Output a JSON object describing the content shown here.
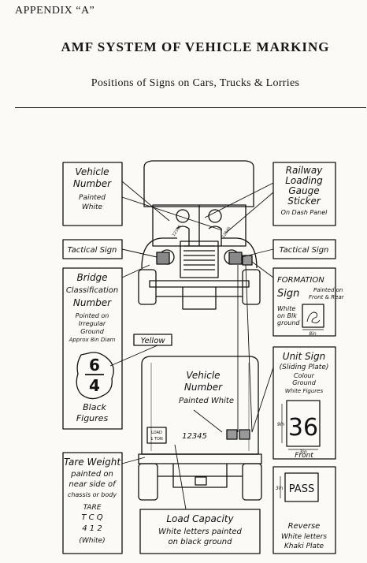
{
  "header": {
    "appendix": "APPENDIX “A”",
    "title": "AMF SYSTEM OF VEHICLE MARKING",
    "subtitle": "Positions of Signs on Cars, Trucks & Lorries"
  },
  "labels": {
    "vehicle_number_front": [
      "Vehicle",
      "Number",
      "Painted",
      "White"
    ],
    "railway_gauge": [
      "Railway",
      "Loading",
      "Gauge",
      "Sticker",
      "On Dash Panel"
    ],
    "tactical_left": "Tactical Sign",
    "tactical_right": "Tactical Sign",
    "bridge": [
      "Bridge",
      "Classification",
      "Number",
      "Pointed on",
      "Irregular",
      "Ground",
      "Approx 8in Diam"
    ],
    "yellow": "Yellow",
    "bridge_top": "6",
    "bridge_bottom": "4",
    "black_figures": [
      "Black",
      "Figures"
    ],
    "formation_title": "FORMATION",
    "formation_sign": "Sign",
    "formation_painted": [
      "Painted on",
      "Front & Rear"
    ],
    "formation_ground": [
      "White",
      "on Blk",
      "ground"
    ],
    "formation_dim": "8in",
    "unit_sign": [
      "Unit Sign",
      "(Sliding Plate)",
      "Colour",
      "Ground",
      "White Figures"
    ],
    "unit_number": "36",
    "unit_width": "3in",
    "unit_height": "9in",
    "front_label": "Front",
    "pass": "PASS",
    "pass_height": "3in",
    "reverse": [
      "Reverse",
      "White letters",
      "Khaki Plate"
    ],
    "vehicle_number_rear": [
      "Vehicle",
      "Number",
      "Painted White"
    ],
    "rear_number": "12345",
    "load_plate": [
      "LOAD",
      "1 TON"
    ],
    "tare": [
      "Tare Weight",
      "painted on",
      "near side of",
      "chassis or body",
      "TARE",
      "T  C  Q",
      "4  1  2",
      "(White)"
    ],
    "load_capacity": [
      "Load Capacity",
      "White letters painted",
      "on black ground"
    ],
    "plate_text_left": "12345",
    "plate_text_right": "12345"
  }
}
